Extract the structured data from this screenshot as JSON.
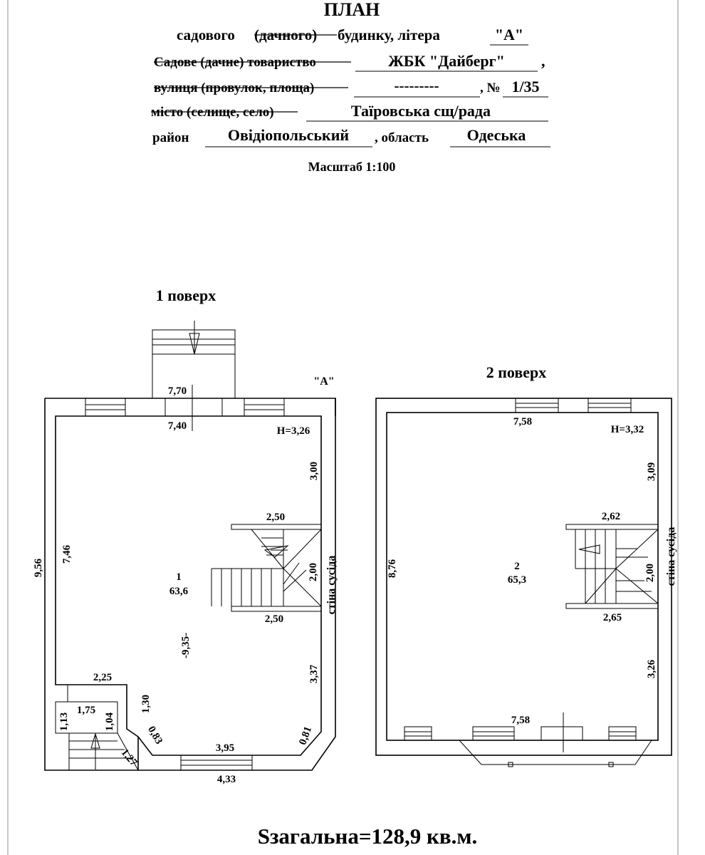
{
  "header": {
    "title": "ПЛАН",
    "line1": {
      "prefix": "садового ",
      "crossed": "(дачного)",
      "suffix": " будинку,  літера ",
      "value": "\"А\""
    },
    "line2": {
      "crossed": "Садове (дачне) товариство",
      "value": "ЖБК \"Дайберг\"",
      "tail": ","
    },
    "line3": {
      "crossed": "вулиця (провулок, площа)",
      "value": "---------",
      "number_label": ", №",
      "number_value": "1/35"
    },
    "line4": {
      "crossed": "місто (селище, село)",
      "value": "Таїровська сщ/рада"
    },
    "line5": {
      "label": "район",
      "value": "Овідіопольський",
      "region_label": ", область",
      "region_value": "Одеська"
    },
    "scale": "Масштаб 1:100"
  },
  "floor1": {
    "title": "1 поверх",
    "letter": "\"А\"",
    "height": "Н=3,26",
    "room_number": "1",
    "room_area": "63,6",
    "neighbor_wall": "стіна сусіда",
    "dims": {
      "top_outer": "7,70",
      "top_inner": "7,40",
      "right_upper": "3,00",
      "stair_top": "2,50",
      "stair_height": "2,00",
      "stair_bottom": "2,50",
      "right_lower": "3,37",
      "left_outer": "9,56",
      "left_inner": "7,46",
      "middle": "-9,35-",
      "porch_top": "2,25",
      "porch_inner": "1,75",
      "porch_left": "1,13",
      "porch_depth": "1,04",
      "porch_side": "1,30",
      "diag_left": "0,83",
      "diag_right": "0,81",
      "porch_diag": "1,27",
      "bottom_inner": "3,95",
      "bottom_outer": "4,33"
    }
  },
  "floor2": {
    "title": "2 поверх",
    "height": "Н=3,32",
    "room_number": "2",
    "room_area": "65,3",
    "neighbor_wall": "стіна сусіда",
    "dims": {
      "top": "7,58",
      "right_upper": "3,09",
      "stair_top": "2,62",
      "stair_height": "2,00",
      "stair_bottom": "2,65",
      "right_lower": "3,26",
      "left": "8,76",
      "bottom": "7,58"
    }
  },
  "total_area": "Sзагальна=128,9 кв.м."
}
